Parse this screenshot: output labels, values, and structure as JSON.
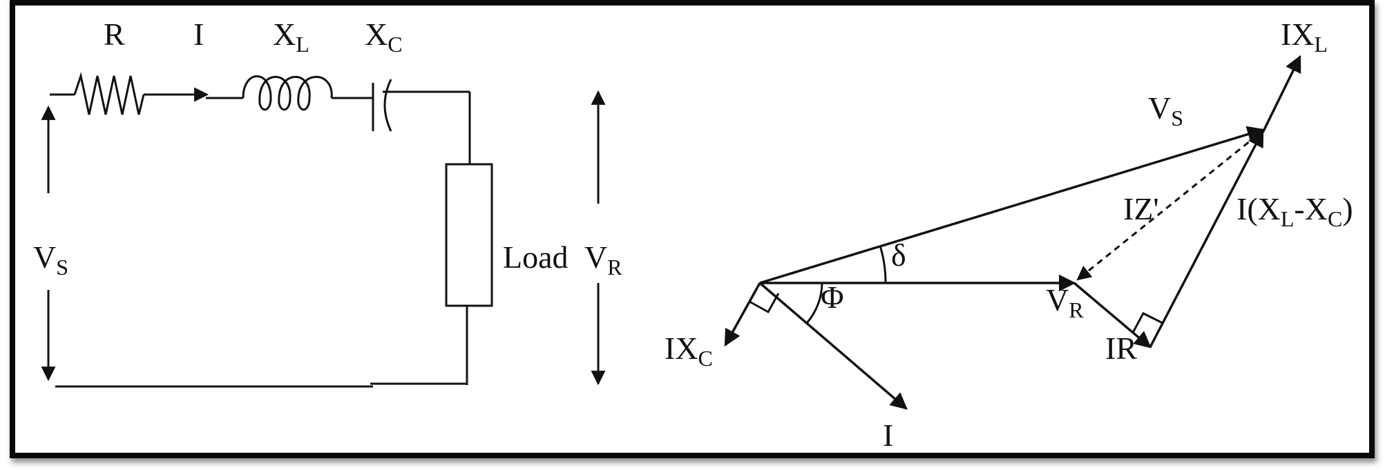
{
  "circuit": {
    "resistor_label": "R",
    "current_label": "I",
    "inductor_label_main": "X",
    "inductor_label_sub": "L",
    "capacitor_label_main": "X",
    "capacitor_label_sub": "C",
    "source_voltage_main": "V",
    "source_voltage_sub": "S",
    "load_label": "Load",
    "receiving_voltage_main": "V",
    "receiving_voltage_sub": "R"
  },
  "phasor": {
    "ixl_main": "IX",
    "ixl_sub": "L",
    "vs_main": "V",
    "vs_sub": "S",
    "iz_label": "IZ'",
    "ixlxc_a": "I(X",
    "ixlxc_sub1": "L",
    "ixlxc_b": "-X",
    "ixlxc_sub2": "C",
    "ixlxc_c": ")",
    "delta_label": "δ",
    "phi_label": "Φ",
    "vr_main": "V",
    "vr_sub": "R",
    "ixc_main": "IX",
    "ixc_sub": "C",
    "ir_label": "IR",
    "i_label": "I"
  },
  "colors": {
    "line": "#111111",
    "frame": "#0a0a0a",
    "background": "#ffffff"
  }
}
